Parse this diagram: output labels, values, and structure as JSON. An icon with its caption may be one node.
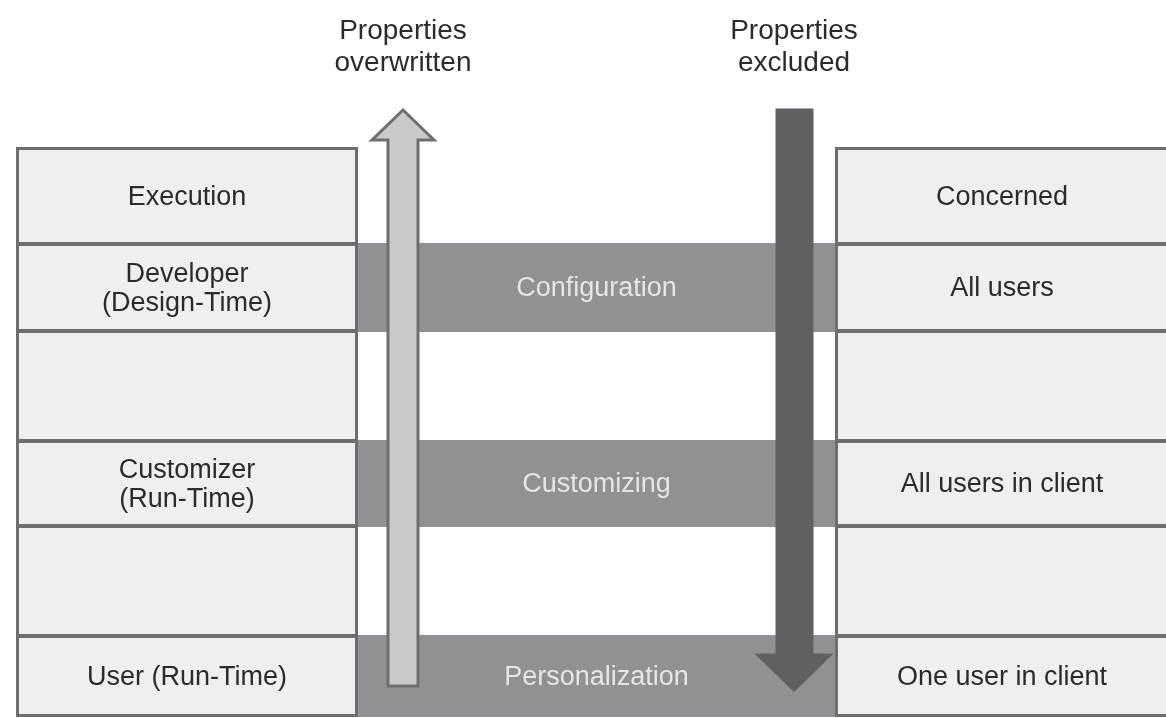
{
  "diagram": {
    "nodes": [
      {
        "text": [
          "Execution"
        ]
      },
      {
        "text": [
          "Concerned"
        ]
      },
      {
        "text": [
          "Developer (Design-Time)"
        ]
      },
      {
        "text": [
          "Configuration"
        ]
      },
      {
        "text": [
          "All users"
        ]
      },
      {
        "text": [],
        "shape": "box"
      },
      {
        "text": [],
        "shape": "box"
      },
      {
        "text": [
          "Customizer (Run-Time)"
        ]
      },
      {
        "text": [
          "Customizing"
        ]
      },
      {
        "text": [
          "All users in client"
        ]
      },
      {
        "text": [],
        "shape": "box"
      },
      {
        "text": [],
        "shape": "box"
      },
      {
        "text": [
          "User (Run-Time)"
        ]
      },
      {
        "text": [
          "Personalization"
        ]
      },
      {
        "text": [
          "One user in client"
        ]
      }
    ],
    "edges": [],
    "labels": [
      "Properties overwritten",
      "Properties excluded"
    ]
  }
}
